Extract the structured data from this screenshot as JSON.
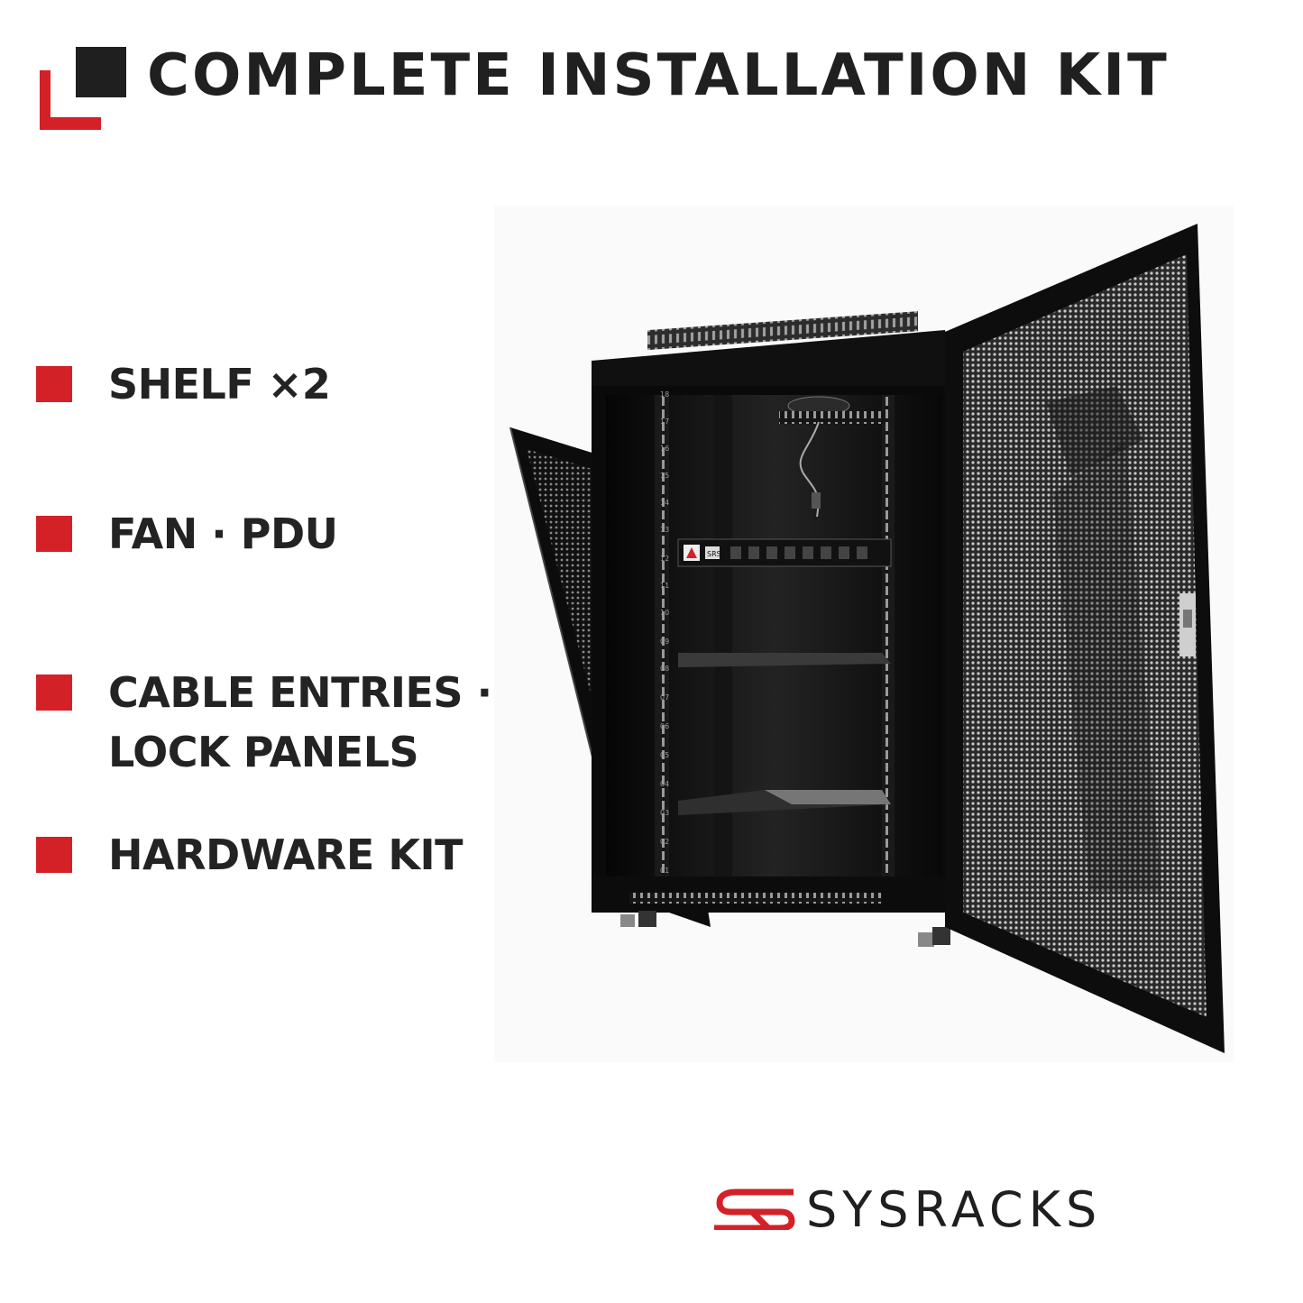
{
  "header": {
    "title": "COMPLETE INSTALLATION KIT",
    "mark_dark_color": "#1f1f1f",
    "mark_accent_color": "#d42128"
  },
  "features": [
    {
      "label": "SHELF ×2"
    },
    {
      "label": "FAN · PDU"
    },
    {
      "label": "CABLE ENTRIES ·"
    },
    {
      "label": "LOCK PANELS"
    },
    {
      "label": "HARDWARE KIT"
    }
  ],
  "rack": {
    "unit_labels": [
      "18",
      "17",
      "16",
      "15",
      "14",
      "13",
      "12",
      "11",
      "10",
      "09",
      "08",
      "07",
      "06",
      "05",
      "04",
      "03",
      "02",
      "01"
    ],
    "pdu_brand": "SRS"
  },
  "brand": {
    "name": "SYSRACKS",
    "accent_color": "#d42128"
  },
  "colors": {
    "bullet": "#d42128",
    "text": "#232323",
    "background": "#ffffff"
  }
}
